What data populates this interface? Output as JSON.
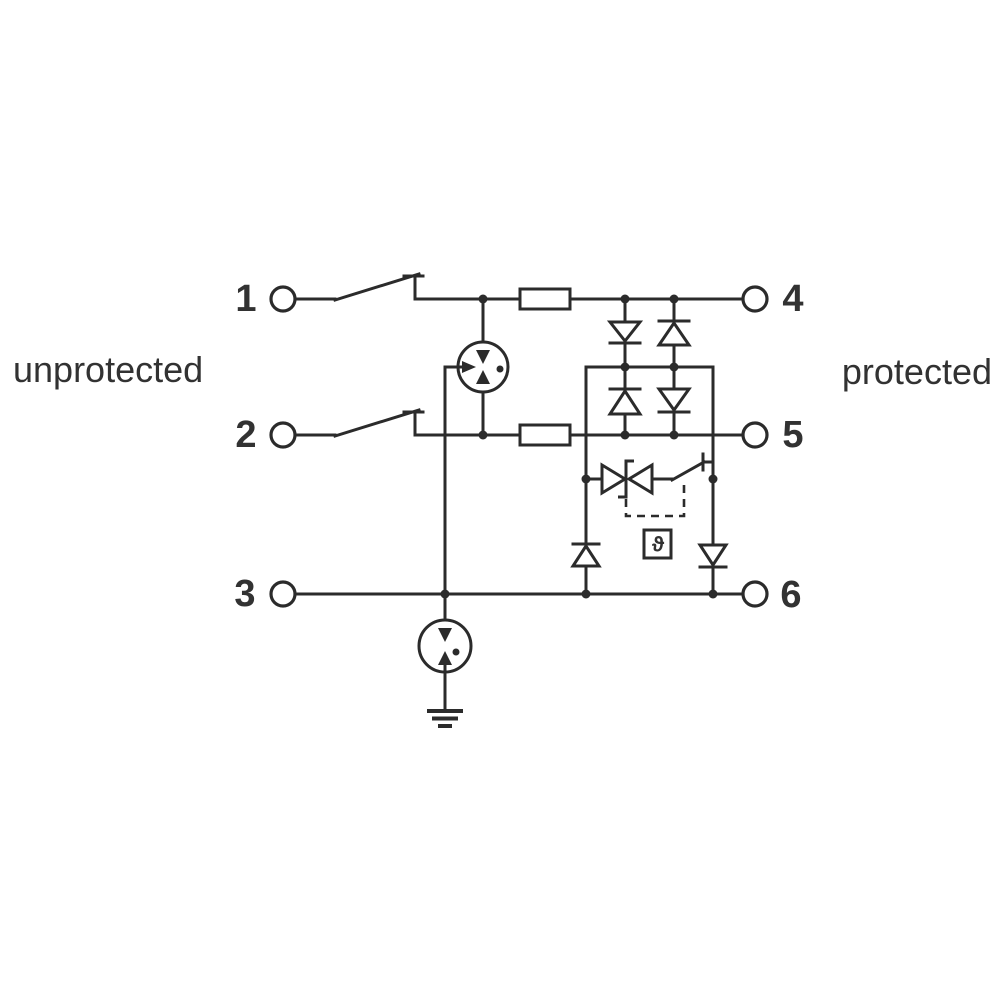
{
  "diagram": {
    "kind": "surge-protection-circuit-schematic",
    "left_label": "unprotected",
    "right_label": "protected",
    "temperature_symbol": "ϑ",
    "terminals": [
      {
        "id": "1",
        "side": "unprotected"
      },
      {
        "id": "2",
        "side": "unprotected"
      },
      {
        "id": "3",
        "side": "unprotected"
      },
      {
        "id": "4",
        "side": "protected"
      },
      {
        "id": "5",
        "side": "protected"
      },
      {
        "id": "6",
        "side": "protected"
      }
    ],
    "colors": {
      "line": "#2b2b2b",
      "text": "#323232"
    },
    "components": [
      "disconnect-switch-line1",
      "disconnect-switch-line2",
      "series-resistor-line1",
      "series-resistor-line2",
      "three-electrode-gas-discharge-tube",
      "diode-bridge-4-diodes",
      "bidirectional-suppressor-diode",
      "thermal-disconnect-switch",
      "temperature-monitor-box",
      "decoupling-diode-left",
      "decoupling-diode-right",
      "two-electrode-gas-discharge-tube",
      "earth-ground"
    ]
  }
}
